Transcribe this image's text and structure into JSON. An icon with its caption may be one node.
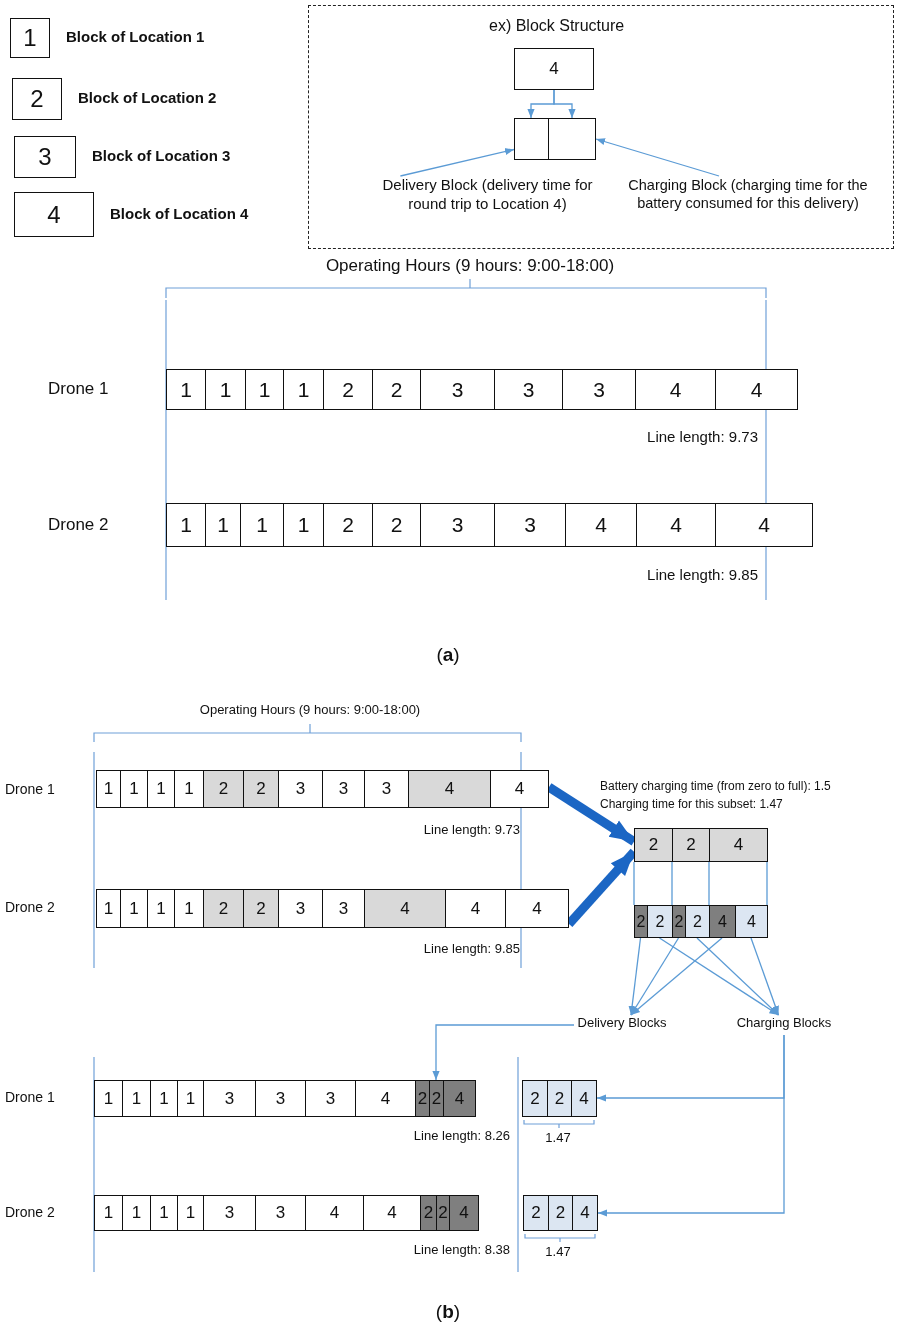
{
  "diagram": {
    "nodes": [
      {
        "text": [
          "1"
        ],
        "beside": [
          "Block of Location 1"
        ]
      },
      {
        "text": [
          "2"
        ],
        "beside": [
          "Block of Location 2"
        ]
      },
      {
        "text": [
          "3"
        ],
        "beside": [
          "Block of Location 3"
        ]
      },
      {
        "text": [
          "4"
        ],
        "beside": [
          "Block of Location 4"
        ]
      },
      {
        "text": [
          "ex) Block Structure"
        ]
      },
      {
        "text": [
          "4"
        ],
        "in": 4
      },
      {
        "text": [],
        "shape": "box",
        "in": 4
      },
      {
        "text": [],
        "shape": "box",
        "in": 4
      },
      {
        "text": [
          "Delivery Block (delivery time for round trip to Location 4)"
        ],
        "in": 4
      },
      {
        "text": [
          "Charging Block (charging time for the battery consumed for this delivery)"
        ],
        "in": 4
      },
      {
        "text": [
          "1"
        ]
      },
      {
        "text": [
          "1"
        ]
      },
      {
        "text": [
          "1"
        ]
      },
      {
        "text": [
          "1"
        ]
      },
      {
        "text": [
          "2"
        ]
      },
      {
        "text": [
          "2"
        ]
      },
      {
        "text": [
          "3"
        ]
      },
      {
        "text": [
          "3"
        ]
      },
      {
        "text": [
          "3"
        ]
      },
      {
        "text": [
          "4"
        ]
      },
      {
        "text": [
          "4"
        ]
      },
      {
        "text": [
          "1"
        ]
      },
      {
        "text": [
          "1"
        ]
      },
      {
        "text": [
          "1"
        ]
      },
      {
        "text": [
          "1"
        ]
      },
      {
        "text": [
          "2"
        ]
      },
      {
        "text": [
          "2"
        ]
      },
      {
        "text": [
          "3"
        ]
      },
      {
        "text": [
          "3"
        ]
      },
      {
        "text": [
          "4"
        ]
      },
      {
        "text": [
          "4"
        ]
      },
      {
        "text": [
          "4"
        ]
      },
      {
        "text": [
          "1"
        ]
      },
      {
        "text": [
          "1"
        ]
      },
      {
        "text": [
          "1"
        ]
      },
      {
        "text": [
          "1"
        ]
      },
      {
        "text": [
          "2"
        ]
      },
      {
        "text": [
          "2"
        ]
      },
      {
        "text": [
          "3"
        ]
      },
      {
        "text": [
          "3"
        ]
      },
      {
        "text": [
          "3"
        ]
      },
      {
        "text": [
          "4"
        ]
      },
      {
        "text": [
          "4"
        ]
      },
      {
        "text": [
          "1"
        ]
      },
      {
        "text": [
          "1"
        ]
      },
      {
        "text": [
          "1"
        ]
      },
      {
        "text": [
          "1"
        ]
      },
      {
        "text": [
          "2"
        ]
      },
      {
        "text": [
          "2"
        ]
      },
      {
        "text": [
          "3"
        ]
      },
      {
        "text": [
          "3"
        ]
      },
      {
        "text": [
          "4"
        ]
      },
      {
        "text": [
          "4"
        ]
      },
      {
        "text": [
          "4"
        ]
      },
      {
        "text": [
          "2"
        ]
      },
      {
        "text": [
          "2"
        ]
      },
      {
        "text": [
          "4"
        ]
      },
      {
        "text": [
          "2"
        ]
      },
      {
        "text": [
          "2"
        ]
      },
      {
        "text": [
          "2"
        ]
      },
      {
        "text": [
          "2"
        ]
      },
      {
        "text": [
          "4"
        ]
      },
      {
        "text": [
          "4"
        ]
      },
      {
        "text": [
          "Delivery Blocks"
        ]
      },
      {
        "text": [
          "Charging Blocks"
        ]
      },
      {
        "text": [
          "1"
        ]
      },
      {
        "text": [
          "1"
        ]
      },
      {
        "text": [
          "1"
        ]
      },
      {
        "text": [
          "1"
        ]
      },
      {
        "text": [
          "3"
        ]
      },
      {
        "text": [
          "3"
        ]
      },
      {
        "text": [
          "3"
        ]
      },
      {
        "text": [
          "4"
        ]
      },
      {
        "text": [
          "2"
        ]
      },
      {
        "text": [
          "2"
        ]
      },
      {
        "text": [
          "4"
        ]
      },
      {
        "text": [
          "2"
        ]
      },
      {
        "text": [
          "2"
        ]
      },
      {
        "text": [
          "4"
        ]
      },
      {
        "text": [
          "1"
        ]
      },
      {
        "text": [
          "1"
        ]
      },
      {
        "text": [
          "1"
        ]
      },
      {
        "text": [
          "1"
        ]
      },
      {
        "text": [
          "3"
        ]
      },
      {
        "text": [
          "3"
        ]
      },
      {
        "text": [
          "4"
        ]
      },
      {
        "text": [
          "4"
        ]
      },
      {
        "text": [
          "2"
        ]
      },
      {
        "text": [
          "2"
        ]
      },
      {
        "text": [
          "4"
        ]
      },
      {
        "text": [
          "2"
        ]
      },
      {
        "text": [
          "2"
        ]
      },
      {
        "text": [
          "4"
        ]
      }
    ],
    "edges": [
      {
        "from": 5,
        "to": 6,
        "arrow": "to"
      },
      {
        "from": 5,
        "to": 7,
        "arrow": "to"
      },
      {
        "from": 8,
        "to": 6,
        "arrow": "to"
      },
      {
        "from": 9,
        "to": 7,
        "arrow": "to"
      },
      {
        "from": 42,
        "to": 54,
        "arrow": "to",
        "style": "thick",
        "color": "#1b66c4"
      },
      {
        "from": 53,
        "to": 54,
        "arrow": "to",
        "style": "thick",
        "color": "#1b66c4"
      },
      {
        "from": 57,
        "to": 63,
        "arrow": "to"
      },
      {
        "from": 59,
        "to": 63,
        "arrow": "to"
      },
      {
        "from": 61,
        "to": 63,
        "arrow": "to"
      },
      {
        "from": 58,
        "to": 64,
        "arrow": "to"
      },
      {
        "from": 60,
        "to": 64,
        "arrow": "to"
      },
      {
        "from": 62,
        "to": 64,
        "arrow": "to"
      },
      {
        "from": 63,
        "to": 74,
        "arrow": "to"
      },
      {
        "from": 64,
        "to": 78,
        "arrow": "to"
      },
      {
        "from": 64,
        "to": 92,
        "arrow": "to"
      },
      {
        "from": 54,
        "to": 57,
        "arrow": "none"
      },
      {
        "from": 55,
        "to": 59,
        "arrow": "none"
      },
      {
        "from": 55,
        "to": 60,
        "arrow": "none"
      },
      {
        "from": 56,
        "to": 62,
        "arrow": "none"
      }
    ],
    "labels": [
      "Operating Hours (9 hours: 9:00-18:00)",
      "Drone 1",
      "Line length: 9.73",
      "Drone 2",
      "Line length: 9.85",
      "(**a**)",
      "Operating Hours (9 hours: 9:00-18:00)",
      "Drone 1",
      "Line length: 9.73",
      "Battery charging time (from zero to full): 1.5",
      "Charging time for this subset: 1.47",
      "Drone 2",
      "Line length: 9.85",
      "Drone 1",
      "Line length: 8.26",
      "1.47",
      "Drone 2",
      "Line length: 8.38",
      "1.47",
      "(**b**)"
    ]
  }
}
